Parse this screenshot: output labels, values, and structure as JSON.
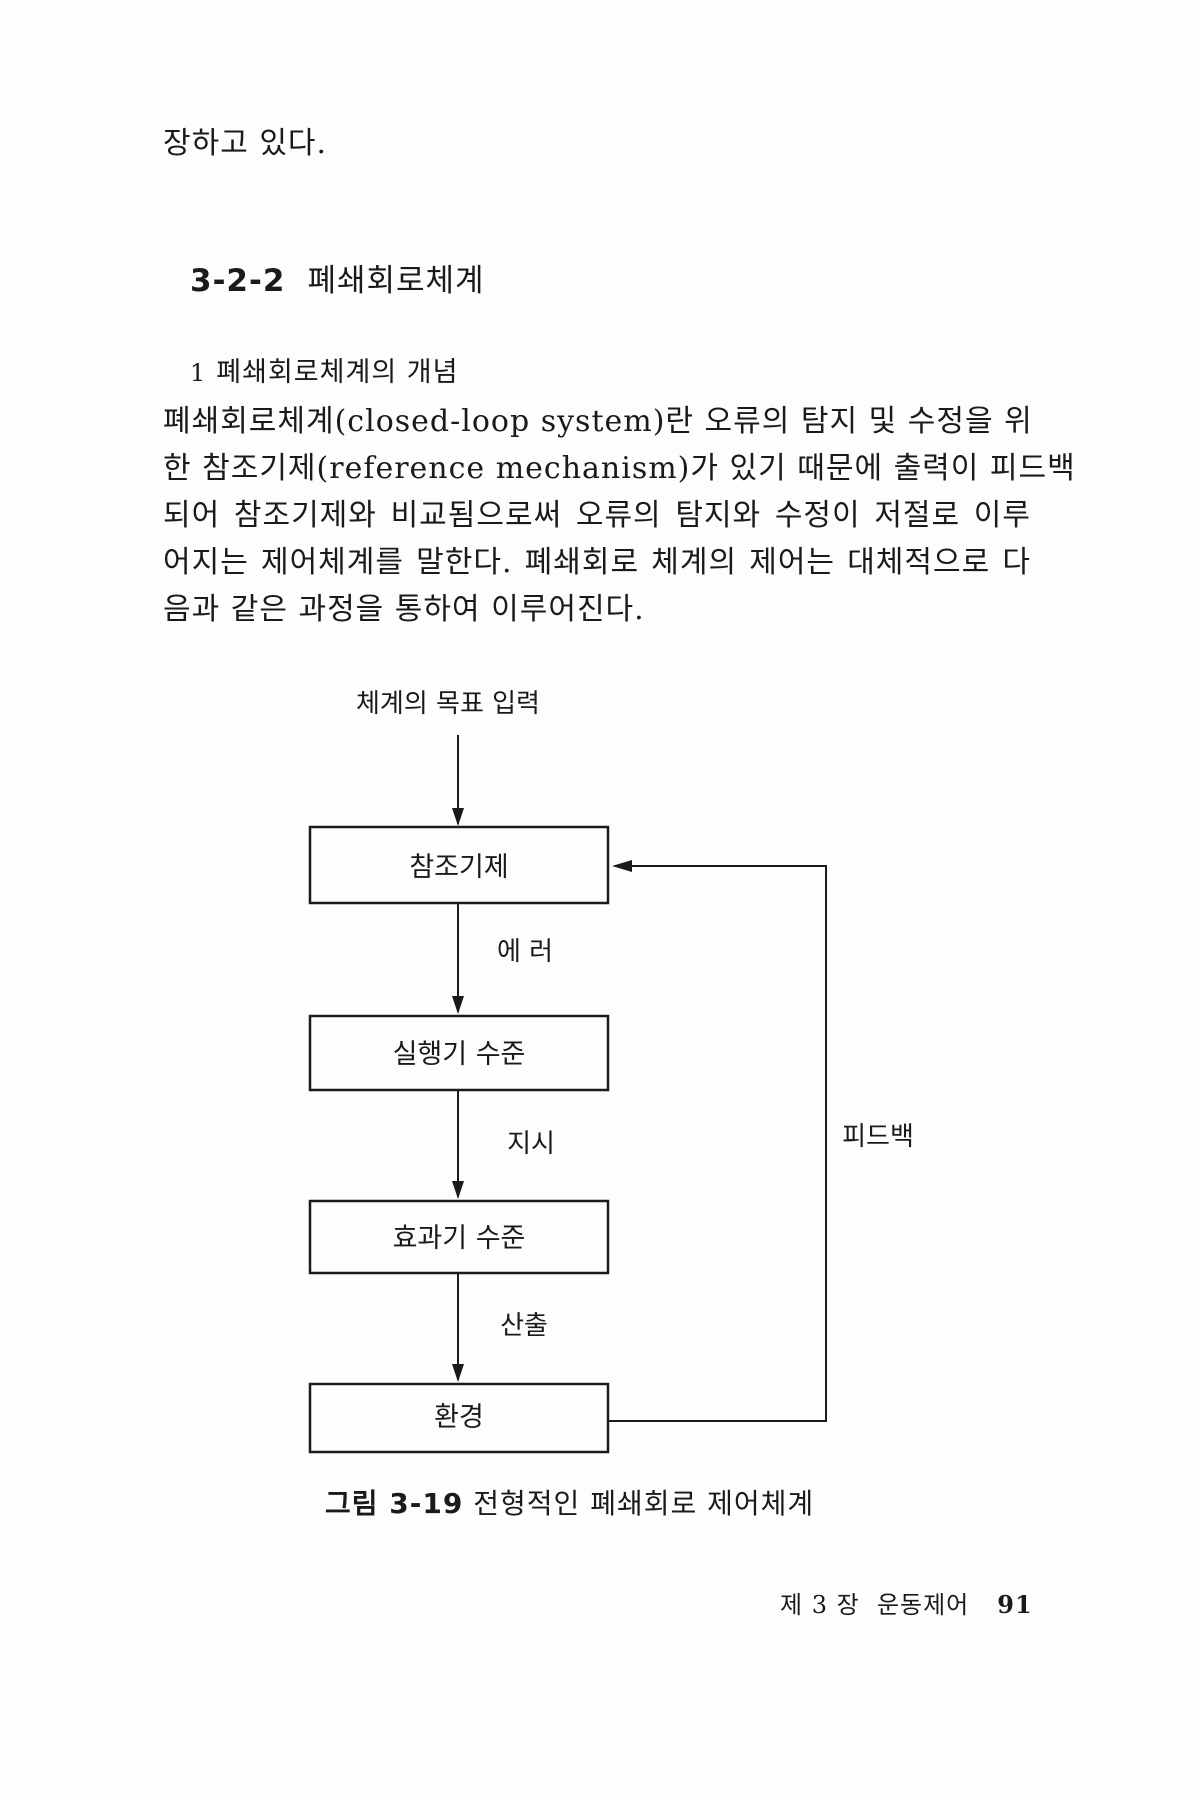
{
  "top_line": "장하고 있다.",
  "section": {
    "number": "3-2-2",
    "title": "폐쇄회로체계"
  },
  "subsection": {
    "number": "1",
    "title": "폐쇄회로체계의 개념"
  },
  "paragraph": [
    "폐쇄회로체계(closed-loop system)란 오류의 탐지 및 수정을 위",
    "한 참조기제(reference mechanism)가 있기 때문에 출력이 피드백",
    "되어 참조기제와 비교됨으로써 오류의 탐지와 수정이 저절로 이루",
    "어지는 제어체계를 말한다. 폐쇄회로 체계의 제어는 대체적으로 다",
    "음과 같은 과정을 통하여 이루어진다."
  ],
  "diagram": {
    "input_label": "체계의 목표 입력",
    "boxes": [
      "참조기제",
      "실행기 수준",
      "효과기 수준",
      "환경"
    ],
    "arrow_labels": [
      "에 러",
      "지시",
      "산출"
    ],
    "feedback_label": "피드백"
  },
  "caption": {
    "number": "그림 3-19",
    "text": "전형적인 폐쇄회로 제어체계"
  },
  "footer": {
    "chapter": "제 3 장  운동제어",
    "page": "91"
  }
}
